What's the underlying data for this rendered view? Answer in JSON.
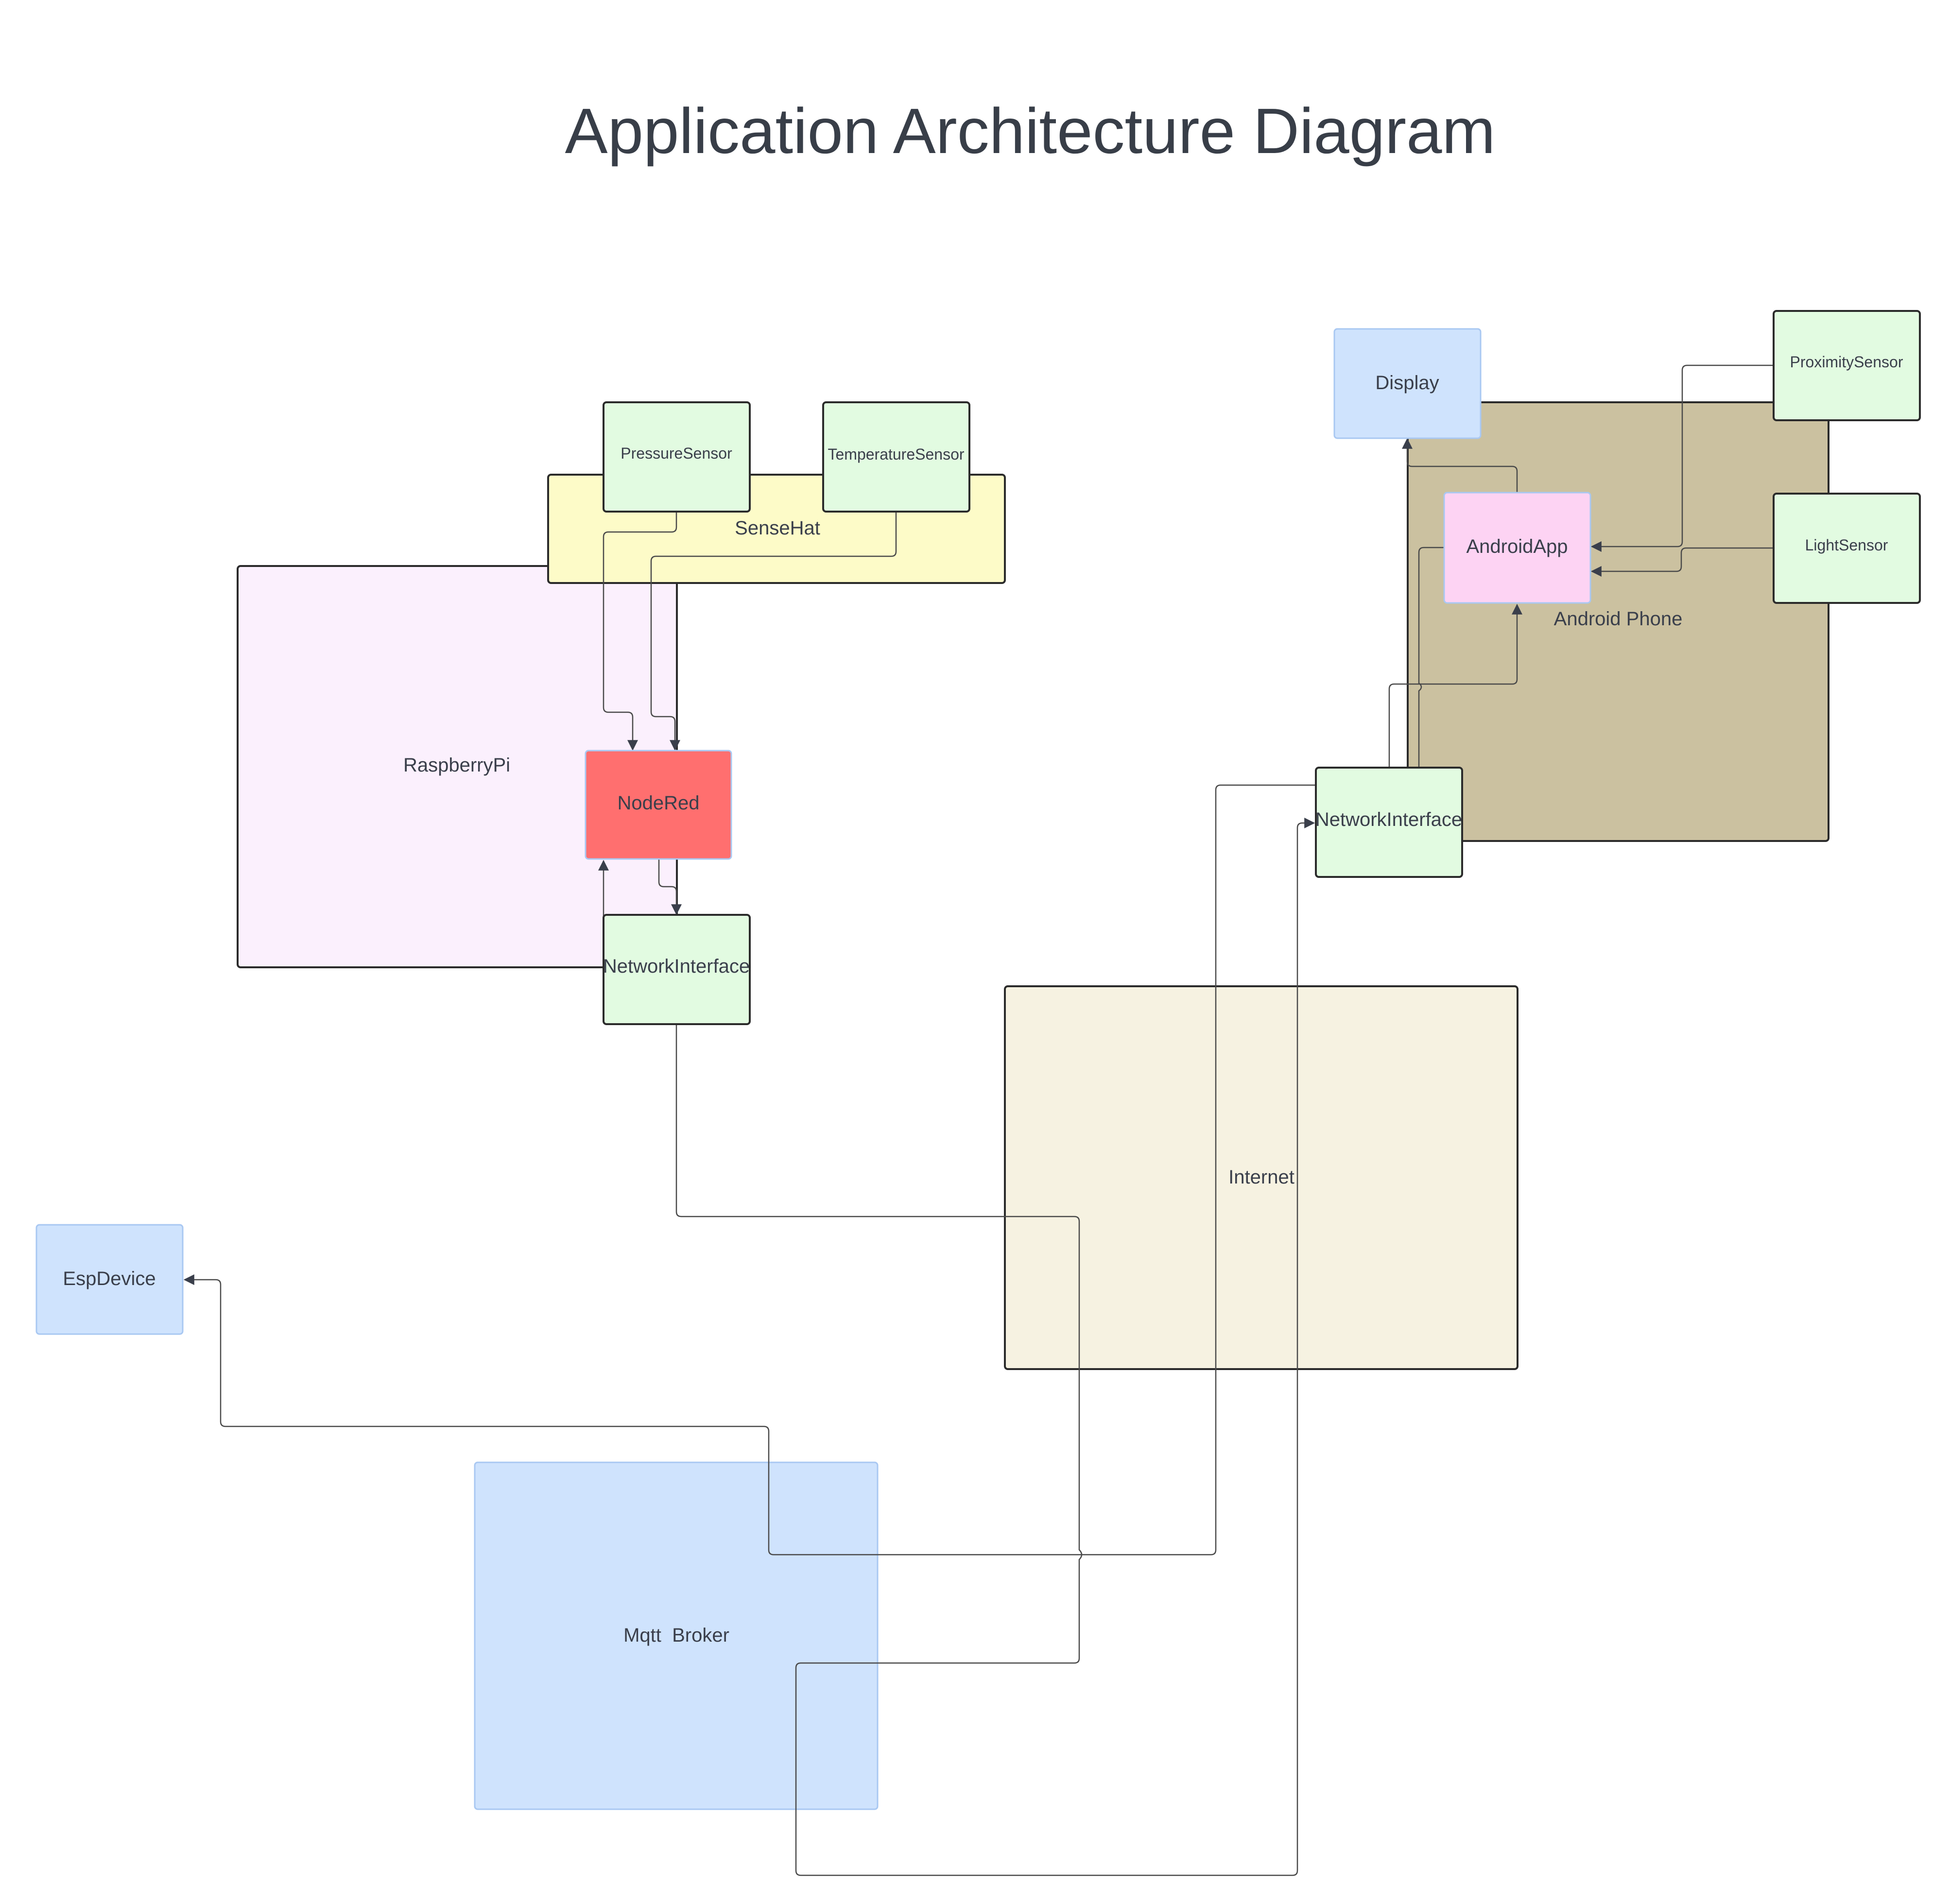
{
  "title": "Application Architecture Diagram",
  "colors": {
    "text": "#3a3f4b",
    "stroke": "#2b2b2b",
    "connector": "#4a4a4a",
    "raspberry_pi_fill": "#fbf0fd",
    "sense_hat_fill": "#fdfbc8",
    "sensor_fill": "#e2fbe1",
    "node_red_fill": "#ff6f6f",
    "blue_fill": "#cfe3fd",
    "android_phone_fill": "#cbc1a0",
    "android_app_fill": "#fdd3f3",
    "internet_fill": "#f6f2e1"
  },
  "nodes": {
    "raspberry_pi": "RaspberryPi",
    "sense_hat": "SenseHat",
    "pressure_sensor": "PressureSensor",
    "temperature_sensor": "TemperatureSensor",
    "node_red": "NodeRed",
    "rpi_network_interface": "NetworkInterface",
    "internet": "Internet",
    "esp_device": "EspDevice",
    "mqtt_broker": "Mqtt  Broker",
    "android_phone": "Android Phone",
    "display": "Display",
    "android_app": "AndroidApp",
    "proximity_sensor": "ProximitySensor",
    "light_sensor": "LightSensor",
    "phone_network_interface": "NetworkInterface"
  }
}
